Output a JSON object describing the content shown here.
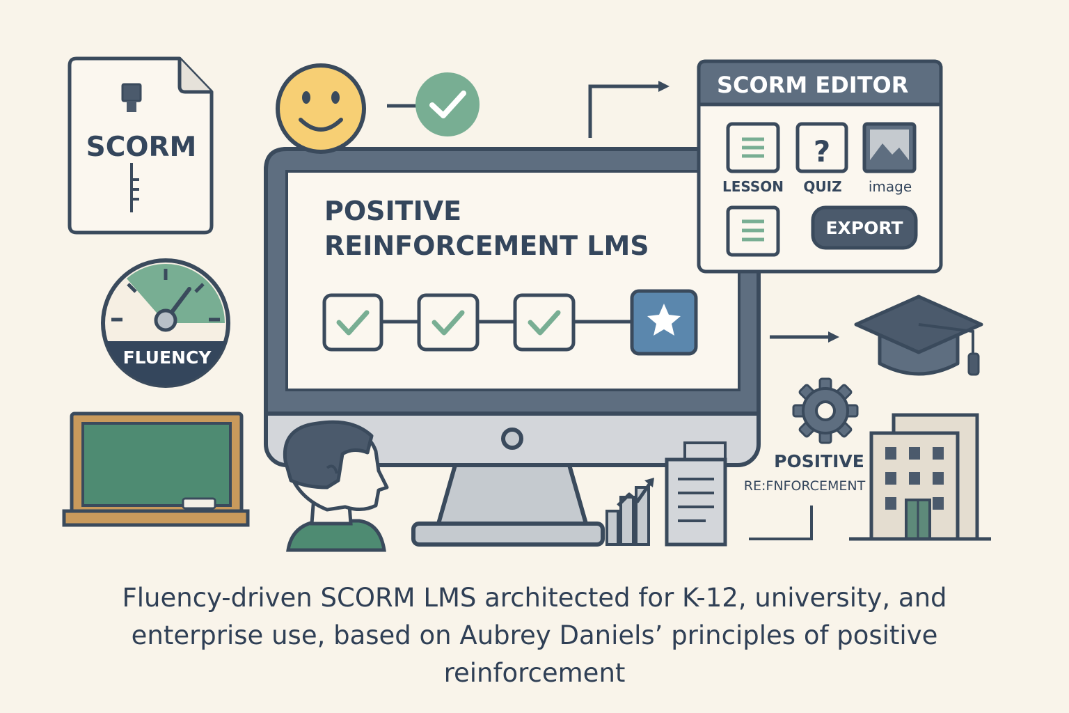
{
  "scorm_doc": {
    "label": "SCORM"
  },
  "gauge": {
    "label": "FLUENCY"
  },
  "monitor": {
    "title_line1": "POSITIVE",
    "title_line2": "REINFORCEMENT LMS"
  },
  "editor": {
    "title": "SCORM EDITOR",
    "tools": [
      {
        "label": "LESSON",
        "icon": "lesson-icon"
      },
      {
        "label": "QUIZ",
        "icon": "quiz-icon"
      },
      {
        "label": "image",
        "icon": "image-icon"
      }
    ],
    "extra_tool_icon": "lesson-icon",
    "export_label": "EXPORT"
  },
  "building_labels": {
    "line1": "POSITIVE",
    "line2": "RE:FNFORCEMENT"
  },
  "caption": {
    "line1": "Fluency-driven SCORM LMS architected for K-12, university, and",
    "line2": "enterprise use, based on Aubrey Daniels’ principles of positive",
    "line3": "reinforcement"
  },
  "colors": {
    "background": "#f9f4ea",
    "outline": "#3a4a5c",
    "monitor_frame": "#5e6e80",
    "green": "#78ae93",
    "star_blue": "#5b87ad",
    "smiley_yellow": "#f7cf74",
    "chalkboard": "#4e8b72",
    "wood": "#c99a5c"
  }
}
